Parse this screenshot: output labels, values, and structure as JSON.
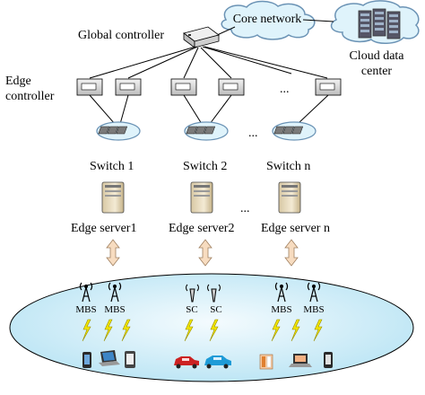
{
  "labels": {
    "global_controller": "Global controller",
    "core_network": "Core network",
    "cloud_data_center_line1": "Cloud data",
    "cloud_data_center_line2": "center",
    "edge_controller_line1": "Edge",
    "edge_controller_line2": "controller",
    "switch_1": "Switch 1",
    "switch_2": "Switch 2",
    "switch_n": "Switch n",
    "edge_server_1": "Edge server1",
    "edge_server_2": "Edge server2",
    "edge_server_n": "Edge server n",
    "ellipsis_controllers": "...",
    "ellipsis_switches": "...",
    "ellipsis_servers": "..."
  },
  "base_stations": [
    {
      "label": "MBS"
    },
    {
      "label": "MBS"
    },
    {
      "label": "SC"
    },
    {
      "label": "SC"
    },
    {
      "label": "MBS"
    },
    {
      "label": "MBS"
    }
  ],
  "devices": [
    {
      "icon": "phone-icon"
    },
    {
      "icon": "laptop-icon"
    },
    {
      "icon": "tablet-icon"
    },
    {
      "icon": "car-icon"
    },
    {
      "icon": "car-icon"
    },
    {
      "icon": "media-player-icon"
    },
    {
      "icon": "laptop-icon"
    },
    {
      "icon": "phone-icon"
    }
  ],
  "colors": {
    "cloud_fill": "#dff3fb",
    "cloud_stroke": "#6b93b5",
    "ellipse_fill": "#c8ecf8",
    "arrow_fill": "#f7dcc0",
    "lightning": "#f2e600",
    "server_fill": "#e9dcc0"
  }
}
